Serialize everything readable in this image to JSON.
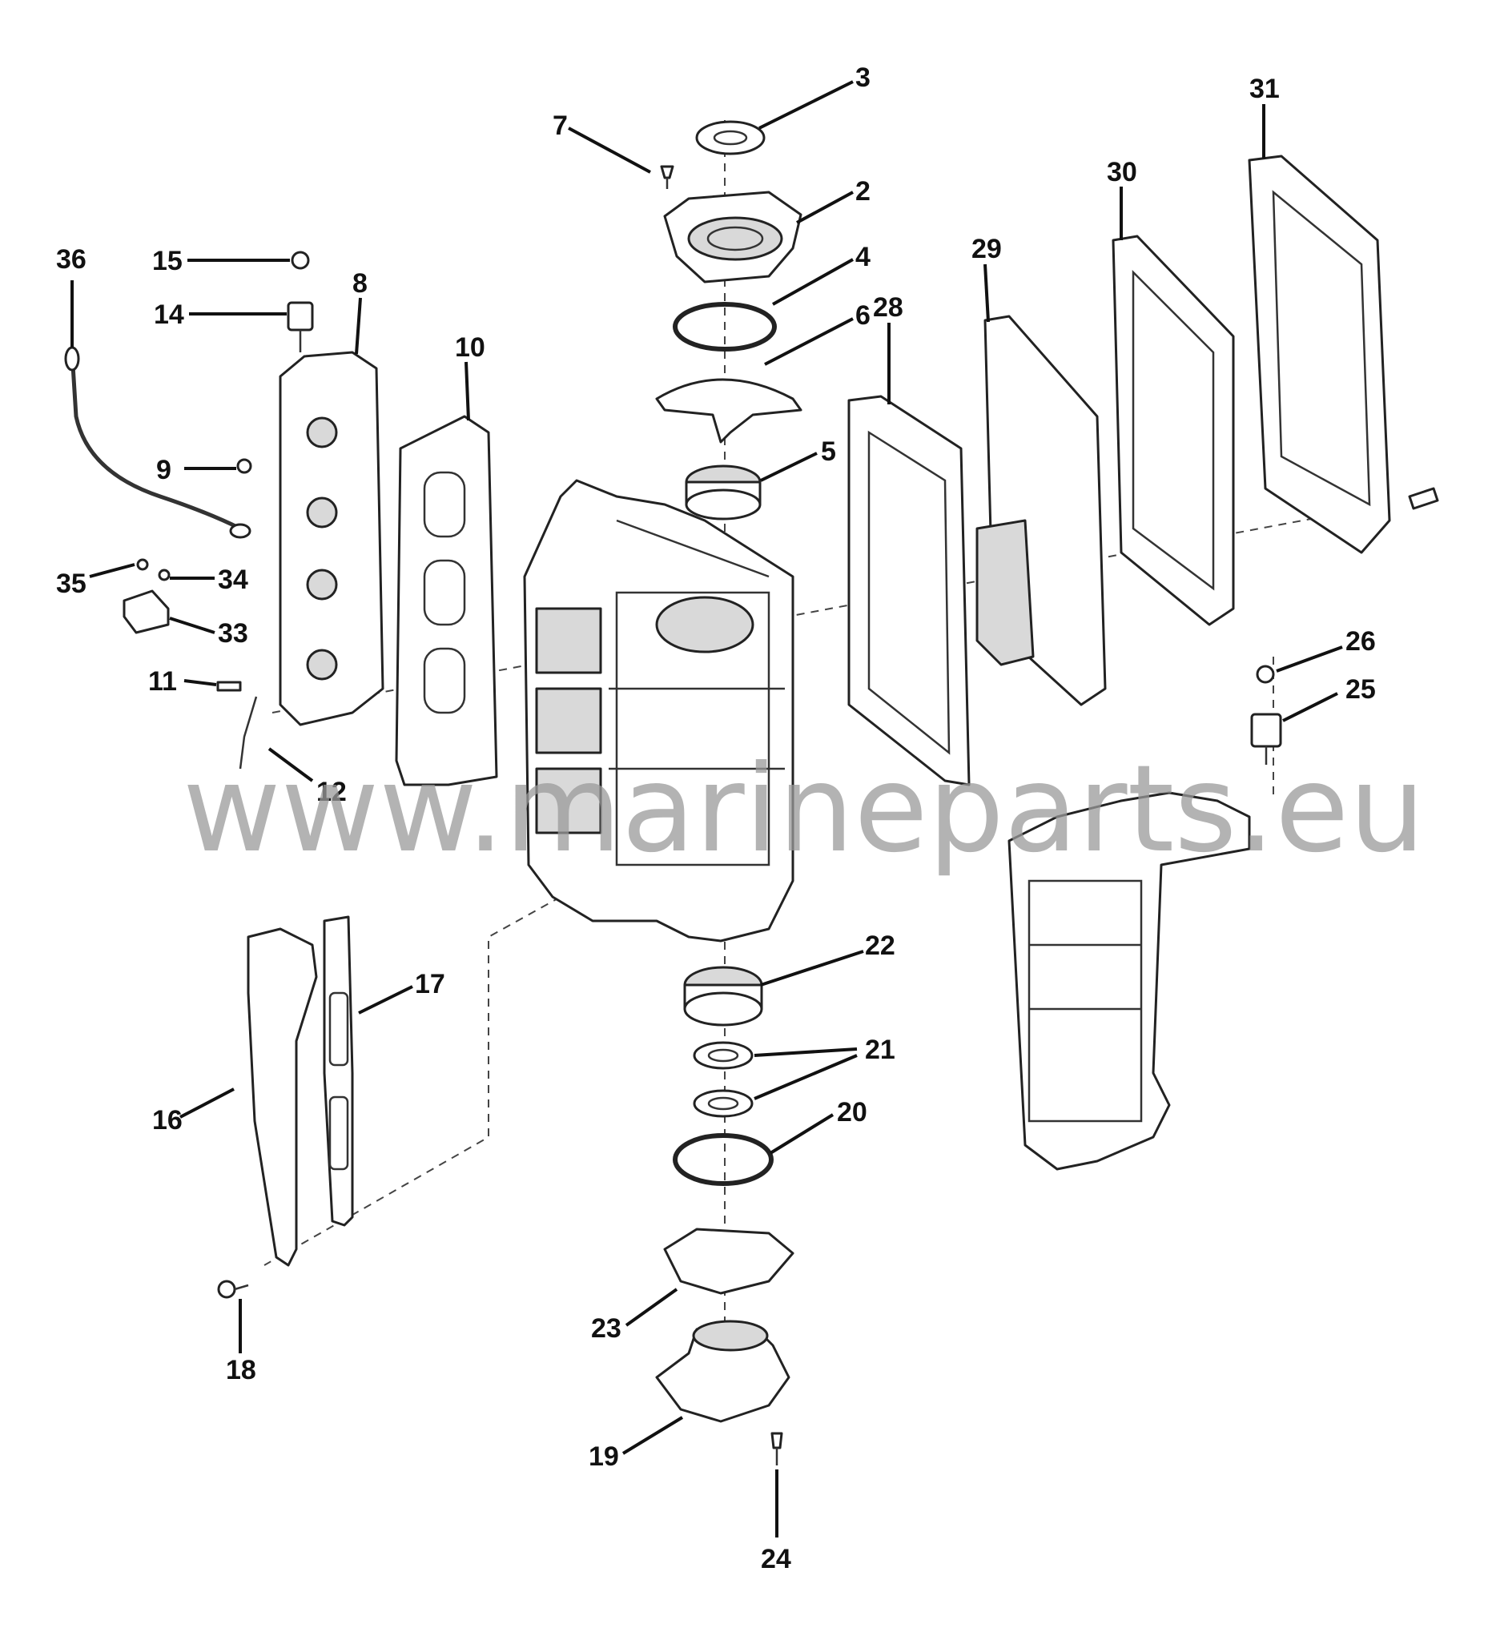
{
  "watermark": "www.marineparts.eu",
  "callouts": {
    "c2": "2",
    "c3": "3",
    "c4": "4",
    "c5": "5",
    "c6": "6",
    "c7": "7",
    "c8": "8",
    "c9": "9",
    "c10": "10",
    "c11": "11",
    "c12": "12",
    "c14": "14",
    "c15": "15",
    "c16": "16",
    "c17": "17",
    "c18": "18",
    "c19": "19",
    "c20": "20",
    "c21": "21",
    "c22": "22",
    "c23": "23",
    "c24": "24",
    "c25": "25",
    "c26": "26",
    "c28": "28",
    "c29": "29",
    "c30": "30",
    "c31": "31",
    "c33": "33",
    "c34": "34",
    "c35": "35",
    "c36": "36"
  }
}
